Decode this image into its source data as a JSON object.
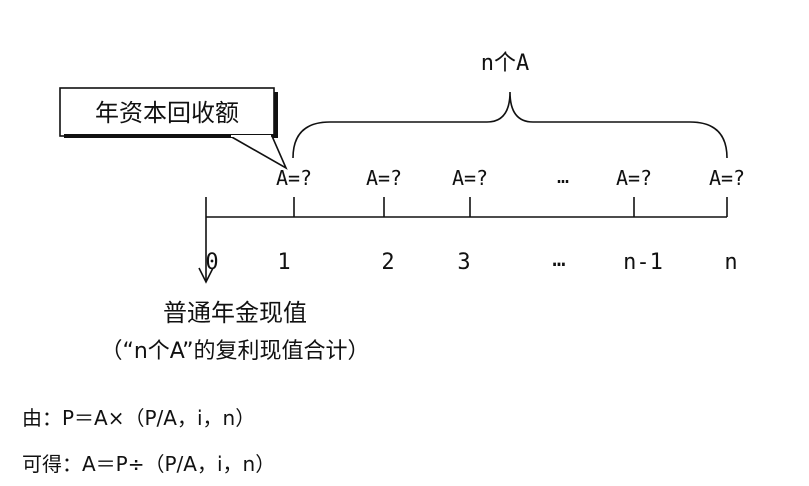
{
  "top_label": "n个A",
  "callout_text": "年资本回收额",
  "payment_labels": [
    "A=?",
    "A=?",
    "A=?",
    "…",
    "A=?",
    "A=?"
  ],
  "period_labels": [
    "0",
    "1",
    "2",
    "3",
    "…",
    "n-1",
    "n"
  ],
  "present_value_title": "普通年金现值",
  "present_value_note": "（“n个A”的复利现值合计）",
  "formula_line1": "由：P＝A×（P/A，i，n）",
  "formula_line2": "可得：A＝P÷（P/A，i，n）"
}
